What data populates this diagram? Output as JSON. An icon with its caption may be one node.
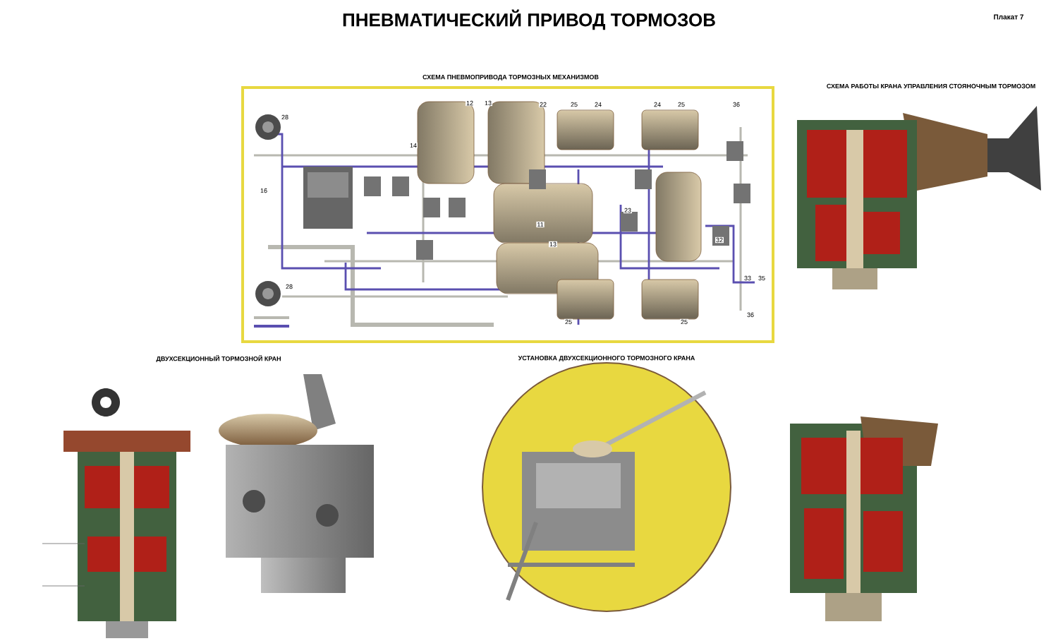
{
  "diagram": {
    "title": "ПНЕВМАТИЧЕСКИЙ ПРИВОД ТОРМОЗОВ",
    "labels": [
      "Плакат 7",
      "СХЕМА ПНЕВМОПРИВОДА ТОРМОЗНЫХ МЕХАНИЗМОВ",
      "СХЕМА РАБОТЫ КРАНА УПРАВЛЕНИЯ СТОЯНОЧНЫМ ТОРМОЗОМ",
      "ДВУХСЕКЦИОННЫЙ ТОРМОЗНОЙ КРАН",
      "УСТАНОВКА ДВУХСЕКЦИОННОГО ТОРМОЗНОГО КРАНА",
      "28",
      "12",
      "13",
      "22",
      "25",
      "24",
      "24",
      "25",
      "36",
      "14",
      "16",
      "11",
      "23",
      "13",
      "32",
      "33",
      "35",
      "28",
      "25",
      "25",
      "36"
    ]
  }
}
